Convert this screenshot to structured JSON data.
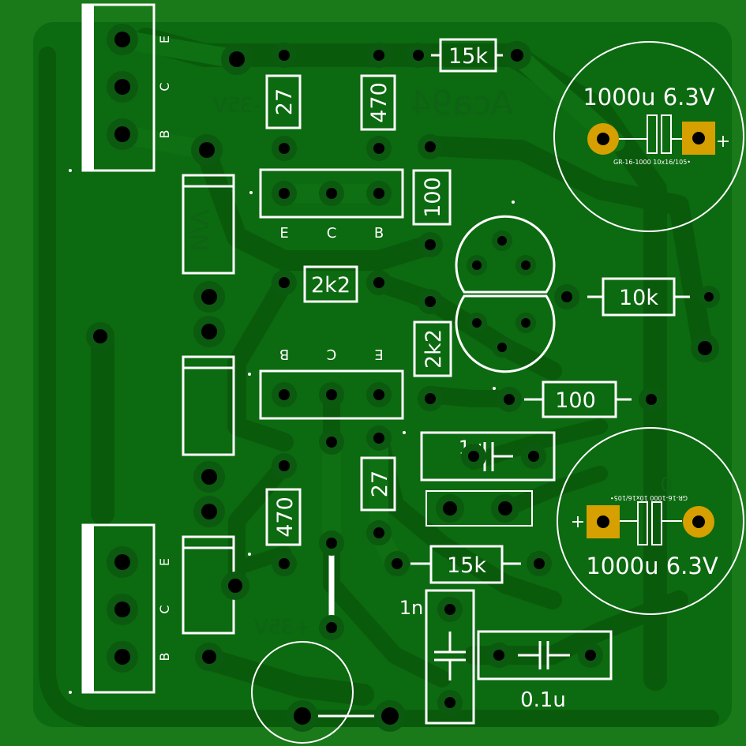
{
  "board": {
    "colors": {
      "substrate": "#1a7a1a",
      "copper": "#0c6a10",
      "trace_dark": "#0a5a0c",
      "pad_ring": "#0b5a0f",
      "hole": "#000000",
      "silk": "#ffffff",
      "gold": "#d6a000",
      "mirror_text": "#0e6414"
    },
    "mirror_text": {
      "minus_rail": "-35V",
      "title": "Aca94",
      "plus_rail": "+35V",
      "cap_zero": "0"
    },
    "labels": {
      "r_15k_top": "15k",
      "r_27_top": "27",
      "r_470_top": "470",
      "r_100_vertical": "100",
      "r_2k2_horizontal": "2k2",
      "r_2k2_vertical": "2k2",
      "r_10k": "10k",
      "r_100_horizontal": "100",
      "r_27_bottom": "27",
      "r_470_bottom": "470",
      "r_15k_bottom": "15k",
      "cap_1u": "1u",
      "cap_1n": "1n",
      "cap_0_1u": "0.1u",
      "cap_1000u_top": "1000u 6.3V",
      "cap_1000u_bottom": "1000u 6.3V",
      "cap_code_top": "GR-16-1000 10x16/105•",
      "cap_code_bottom": "GR-16-1000 10x16/105•",
      "plus_sign_top": "+",
      "plus_sign_bottom": "+"
    },
    "transistor_pins": {
      "top_left": [
        "E",
        "C",
        "B"
      ],
      "bottom_left": [
        "E",
        "C",
        "B"
      ],
      "upper_mid": [
        "E",
        "C",
        "B"
      ],
      "lower_mid": [
        "B",
        "C",
        "E"
      ]
    },
    "diode_marking": "V\\N"
  }
}
